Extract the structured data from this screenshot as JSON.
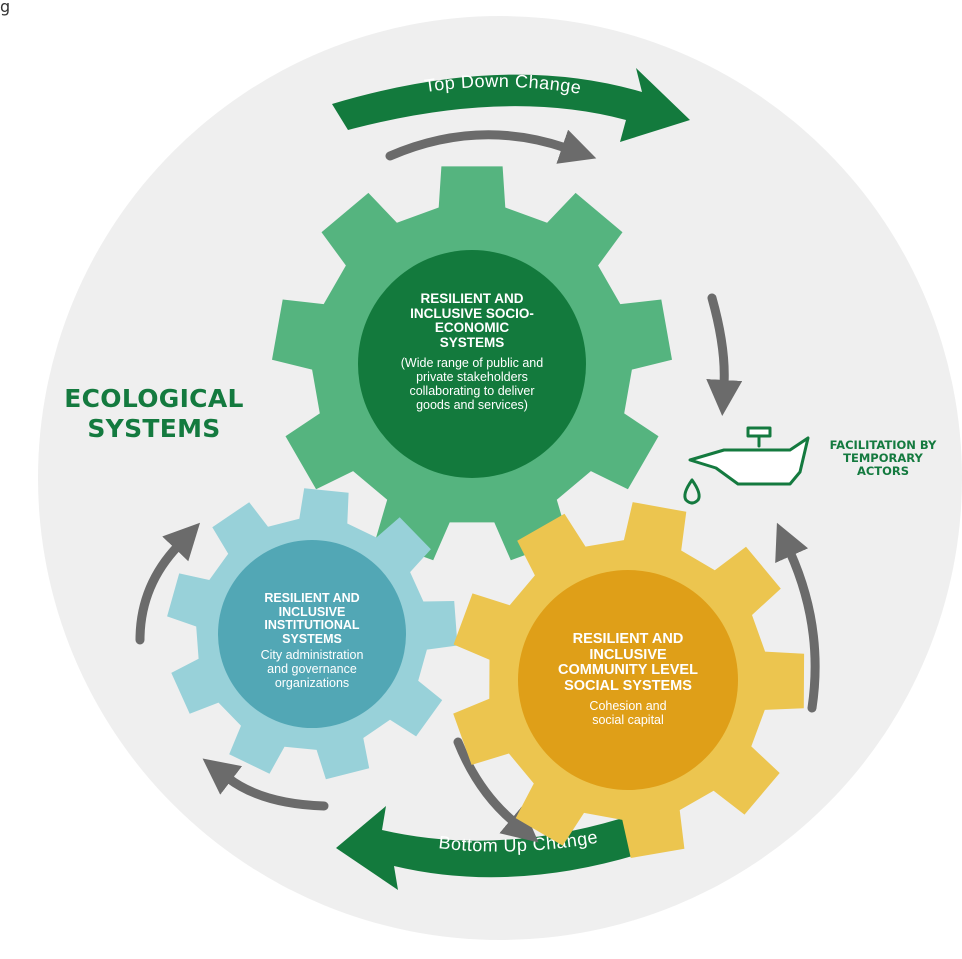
{
  "top_partial_text": "g",
  "ecological_label_1": "ECOLOGICAL",
  "ecological_label_2": "SYSTEMS",
  "top_down_label": "Top Down Change",
  "bottom_up_label": "Bottom Up Change",
  "facilitation_lines": [
    "FACILITATION BY",
    "TEMPORARY",
    "ACTORS"
  ],
  "gears": {
    "socio_economic": {
      "title_lines": [
        "RESILIENT AND",
        "INCLUSIVE SOCIO-",
        "ECONOMIC",
        "SYSTEMS"
      ],
      "sub_lines": [
        "(Wide range of public and",
        "private stakeholders",
        "collaborating to deliver",
        "goods and services)"
      ]
    },
    "institutional": {
      "title_lines": [
        "RESILIENT AND",
        "INCLUSIVE",
        "INSTITUTIONAL",
        "SYSTEMS"
      ],
      "sub_lines": [
        "City administration",
        "and governance",
        "organizations"
      ]
    },
    "community": {
      "title_lines": [
        "RESILIENT AND",
        "INCLUSIVE",
        "COMMUNITY LEVEL",
        "SOCIAL SYSTEMS"
      ],
      "sub_lines": [
        "Cohesion and",
        "social capital"
      ]
    }
  },
  "colors": {
    "background_circle": "#efefef",
    "dark_green": "#147a3f",
    "socio_gear": "#55b47f",
    "socio_center": "#137a3d",
    "institutional_gear": "#98d1d9",
    "institutional_center": "#52a7b5",
    "community_gear": "#ecc54f",
    "community_center": "#df9f18",
    "arrow_gray": "#6b6b6b"
  }
}
